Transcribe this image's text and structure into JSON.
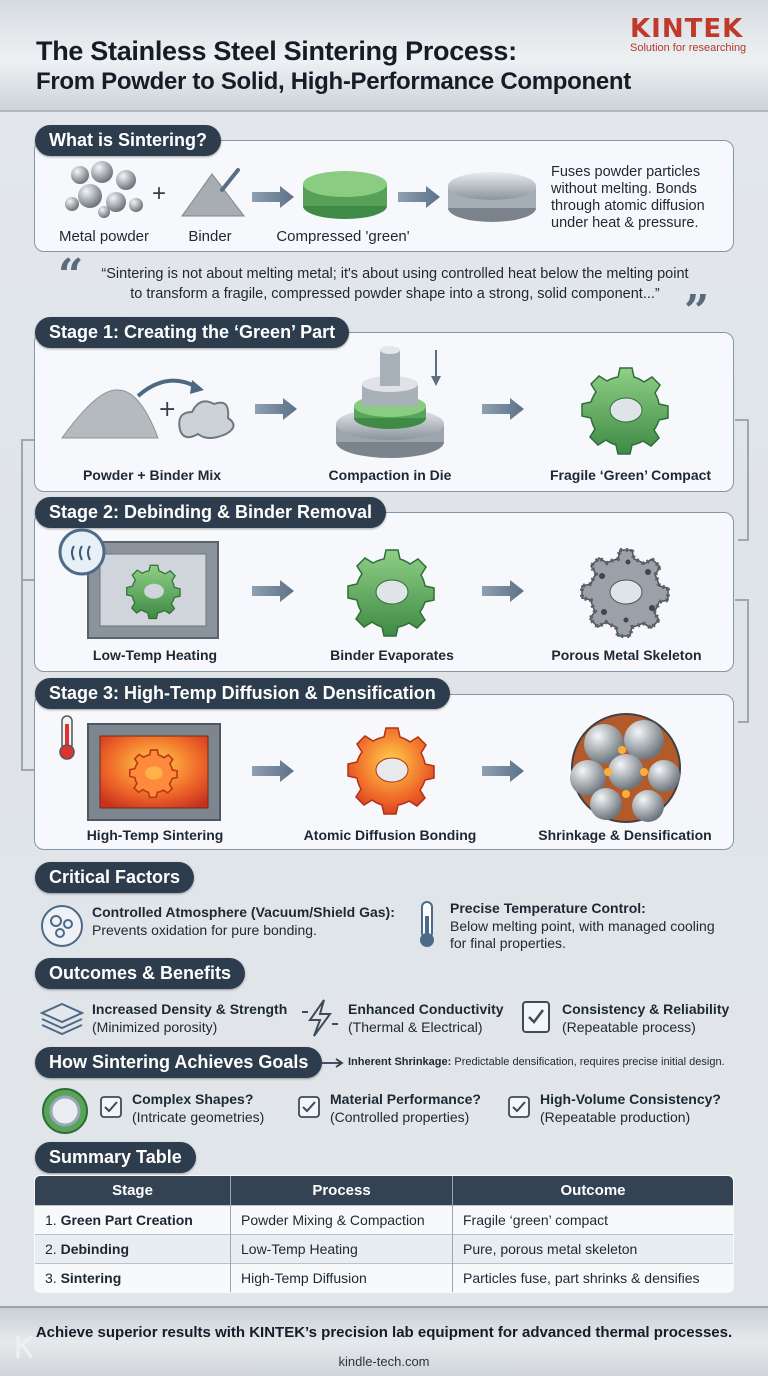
{
  "header": {
    "title_line1": "The Stainless Steel Sintering Process:",
    "title_line2": "From Powder to Solid, High-Performance Component",
    "brand": "KINTEK",
    "brand_tagline": "Solution for researching"
  },
  "what_is": {
    "heading": "What is Sintering?",
    "items": [
      "Metal powder",
      "Binder",
      "Compressed 'green'"
    ],
    "description": [
      "Fuses powder particles",
      "without melting. Bonds",
      "through atomic diffusion",
      "under heat & pressure."
    ],
    "quote_line1": "“Sintering is not about melting metal; it's about using controlled heat below the melting point",
    "quote_line2": "to transform a fragile, compressed powder shape into a strong, solid component...”"
  },
  "stage1": {
    "heading": "Stage 1: Creating the ‘Green’ Part",
    "captions": [
      "Powder + Binder Mix",
      "Compaction in Die",
      "Fragile ‘Green’ Compact"
    ]
  },
  "stage2": {
    "heading": "Stage 2: Debinding & Binder Removal",
    "captions": [
      "Low-Temp Heating",
      "Binder Evaporates",
      "Porous Metal Skeleton"
    ]
  },
  "stage3": {
    "heading": "Stage 3: High-Temp Diffusion & Densification",
    "captions": [
      "High-Temp Sintering",
      "Atomic Diffusion Bonding",
      "Shrinkage & Densification"
    ]
  },
  "critical": {
    "heading": "Critical Factors",
    "f1_title": "Controlled Atmosphere (Vacuum/Shield Gas):",
    "f1_text": "Prevents oxidation for pure bonding.",
    "f2_title": "Precise Temperature Control:",
    "f2_text1": "Below melting point, with managed cooling",
    "f2_text2": "for final properties."
  },
  "outcomes": {
    "heading": "Outcomes & Benefits",
    "items": [
      {
        "title": "Increased Density & Strength",
        "sub": "(Minimized porosity)"
      },
      {
        "title": "Enhanced Conductivity",
        "sub": "(Thermal & Electrical)"
      },
      {
        "title": "Consistency & Reliability",
        "sub": "(Repeatable process)"
      }
    ]
  },
  "goals": {
    "heading": "How Sintering Achieves Goals",
    "note_bold": "Inherent Shrinkage:",
    "note_text": "Predictable densification, requires precise initial design.",
    "items": [
      {
        "title": "Complex Shapes?",
        "sub": "(Intricate geometries)"
      },
      {
        "title": "Material Performance?",
        "sub": "(Controlled properties)"
      },
      {
        "title": "High-Volume Consistency?",
        "sub": "(Repeatable production)"
      }
    ]
  },
  "summary": {
    "heading": "Summary Table",
    "columns": [
      "Stage",
      "Process",
      "Outcome"
    ],
    "rows": [
      {
        "num": "1.",
        "stage": "Green Part Creation",
        "process": "Powder Mixing & Compaction",
        "outcome": "Fragile ‘green’ compact"
      },
      {
        "num": "2.",
        "stage": "Debinding",
        "process": "Low-Temp Heating",
        "outcome": "Pure, porous metal skeleton"
      },
      {
        "num": "3.",
        "stage": "Sintering",
        "process": "High-Temp Diffusion",
        "outcome": "Particles fuse, part shrinks & densifies"
      }
    ]
  },
  "footer": {
    "main": "Achieve superior results with KINTEK’s precision lab equipment for advanced thermal processes.",
    "url": "kindle-tech.com"
  },
  "colors": {
    "navy": "#2d3d4d",
    "green": "#5aa35a",
    "orange": "#f0642a",
    "brand_red": "#c0392b"
  }
}
